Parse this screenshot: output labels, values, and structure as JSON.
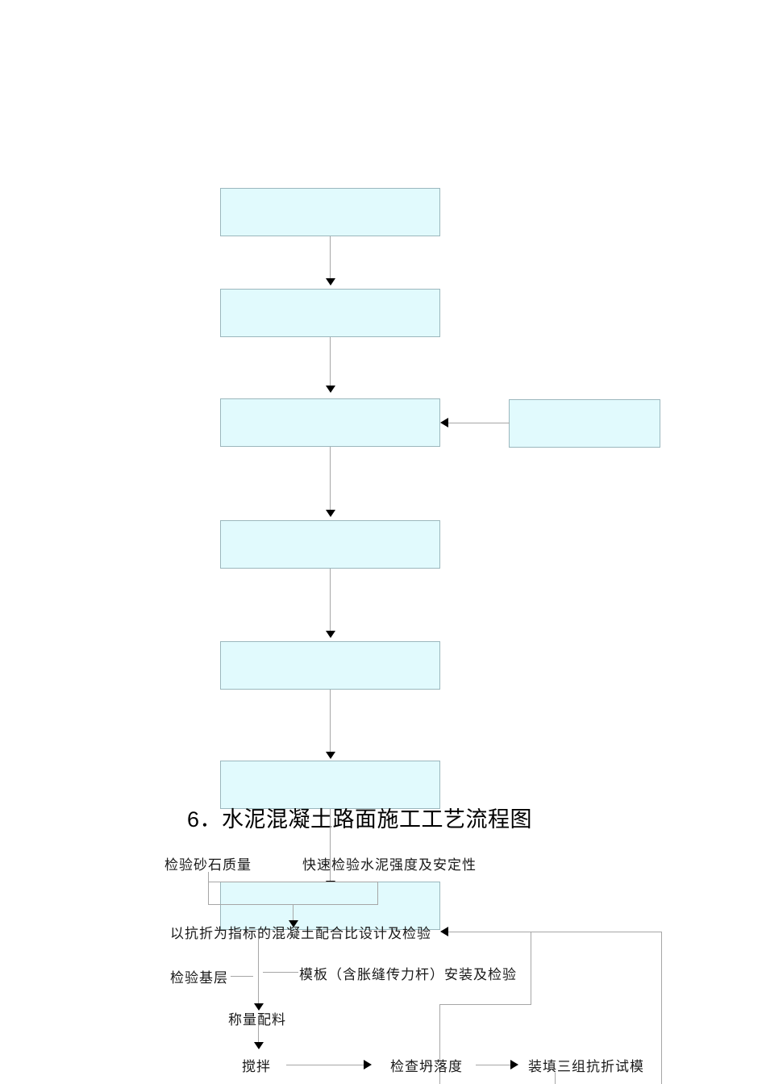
{
  "document": {
    "page_background": "#ffffff",
    "box_fill": "#E1FAFD",
    "box_border": "#9BB7BD",
    "connector_color": "#A6A6A6",
    "arrow_color": "#000000"
  },
  "section_heading": {
    "number": "6．",
    "title": "水泥混凝土路面施工工艺流程图",
    "full": "6．水泥混凝土路面施工工艺流程图"
  },
  "upper_flowchart": {
    "description": "垂直流程框（无文字）",
    "boxes": [
      {
        "id": "box-1",
        "label": ""
      },
      {
        "id": "box-2",
        "label": ""
      },
      {
        "id": "box-3",
        "label": ""
      },
      {
        "id": "box-4",
        "label": ""
      },
      {
        "id": "box-5",
        "label": ""
      },
      {
        "id": "box-6",
        "label": ""
      }
    ],
    "side_box": {
      "id": "box-side",
      "label": ""
    }
  },
  "lower_flowchart": {
    "nodes": [
      {
        "id": "node-sand",
        "label": "检验砂石质量"
      },
      {
        "id": "node-cement",
        "label": "快速检验水泥强度及安定性"
      },
      {
        "id": "node-mix",
        "label": "以抗折为指标的混凝土配合比设计及检验"
      },
      {
        "id": "node-base",
        "label": "检验基层"
      },
      {
        "id": "node-formwork",
        "label": "模板（含胀缝传力杆）安装及检验"
      },
      {
        "id": "node-weigh",
        "label": "称量配料"
      },
      {
        "id": "node-stir",
        "label": "搅拌"
      },
      {
        "id": "node-slump",
        "label": "检查坍落度"
      },
      {
        "id": "node-specimen",
        "label": "装填三组抗折试模"
      }
    ]
  }
}
